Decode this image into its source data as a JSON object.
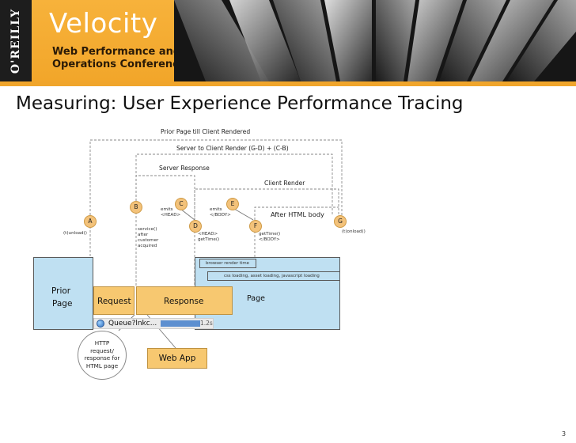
{
  "header": {
    "publisher": "O'REILLY",
    "title": "Velocity",
    "subtitle_line1": "Web Performance and",
    "subtitle_line2": "Operations Conference"
  },
  "slide": {
    "title": "Measuring: User Experience Performance Tracing",
    "number": "3"
  },
  "spans": {
    "prior_page": "Prior Page till Client Rendered",
    "server_to_client": "Server to Client Render (G-D) + (C-B)",
    "server_response": "Server Response",
    "client_render": "Client Render",
    "after_html": "After HTML body"
  },
  "markers": {
    "A": "A",
    "B": "B",
    "C": "C",
    "D": "D",
    "E": "E",
    "F": "F",
    "G": "G"
  },
  "annotations": {
    "a_unload": "(t)unload()",
    "b_service": [
      "service()",
      "after",
      "customer",
      "acquired"
    ],
    "c_emits": [
      "emits",
      "<HEAD>"
    ],
    "d_head": [
      "<HEAD>",
      "getTime()"
    ],
    "e_emits": [
      "emits",
      "</BODY>"
    ],
    "f_gettime": [
      "getTime()",
      "</BODY>"
    ],
    "g_onload": "(t)onload()"
  },
  "boxes": {
    "prior_page_line1": "Prior",
    "prior_page_line2": "Page",
    "request": "Request",
    "response": "Response",
    "page": "Page",
    "browser_render_time": "browser render time",
    "css_loading": "css loading, asset loading, javascript loading",
    "web_app": "Web App"
  },
  "bubble": {
    "lines": [
      "HTTP",
      "request/",
      "response for",
      "HTML page"
    ]
  },
  "browser_bar": {
    "title": "Queue?lnkc...",
    "time": "1.2s",
    "progress": 0.66
  },
  "colors": {
    "accent_orange": "#f0a52b",
    "box_orange": "#f7c870",
    "box_blue": "#bfe0f2",
    "marker": "#f3c27a"
  }
}
